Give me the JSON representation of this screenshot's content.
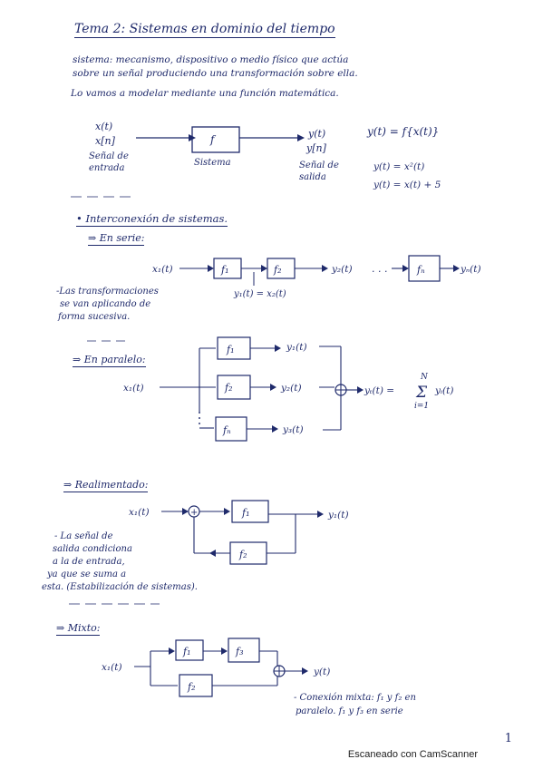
{
  "title": "Tema 2: Sistemas en dominio del tiempo",
  "intro": {
    "line1": "sistema: mecanismo, dispositivo o medio físico que actúa",
    "line2": "sobre un señal produciendo una transformación sobre ella.",
    "line3": "Lo vamos a modelar mediante una función matemática."
  },
  "basic": {
    "in1": "x(t)",
    "in2": "x[n]",
    "in_label1": "Señal de",
    "in_label2": "entrada",
    "block": "f",
    "block_label": "Sistema",
    "out1": "y(t)",
    "out2": "y[n]",
    "out_label1": "Señal de",
    "out_label2": "salida",
    "eq_main": "y(t) = f{x(t)}",
    "eq_ex1": "y(t) = x²(t)",
    "eq_ex2": "y(t) = x(t) + 5"
  },
  "interconnection": {
    "heading": "• Interconexión de sistemas.",
    "serie": {
      "heading": "⇒ En serie:",
      "input": "x₁(t)",
      "f1": "f₁",
      "f2": "f₂",
      "fn": "fₙ",
      "y2": "y₂(t)",
      "dots": ". . .",
      "output": "yₙ(t)",
      "y1": "y₁(t) = x₂(t)",
      "note1": "-Las transformaciones",
      "note2": "se van aplicando de",
      "note3": "forma sucesiva."
    },
    "paralelo": {
      "heading": "⇒ En paralelo:",
      "input": "x₁(t)",
      "f1": "f₁",
      "f2": "f₂",
      "fn": "fₙ",
      "y1": "y₁(t)",
      "y2": "y₂(t)",
      "y3": "y₃(t)",
      "output": "yₜ(t) =",
      "sum_top": "N",
      "sum_sign": "Σ",
      "sum_bottom": "i=1",
      "sum_term": "yᵢ(t)"
    },
    "realimentado": {
      "heading": "⇒ Realimentado:",
      "input": "x₁(t)",
      "plus": "+",
      "f1": "f₁",
      "f2": "f₂",
      "output": "y₁(t)",
      "note1": "- La señal de",
      "note2": "salida condiciona",
      "note3": "a la de entrada,",
      "note4": "ya que se suma a",
      "note5": "esta. (Estabilización de sistemas)."
    },
    "mixto": {
      "heading": "⇒ Mixto:",
      "input": "x₁(t)",
      "f1": "f₁",
      "f3": "f₃",
      "f2": "f₂",
      "output": "y(t)",
      "note1": "- Conexión mixta: f₁ y f₂ en",
      "note2": "paralelo. f₁ y f₃ en serie"
    }
  },
  "page_number": "1",
  "scanner_label": "Escaneado con CamScanner",
  "colors": {
    "ink": "#1f2a6b",
    "paper": "#ffffff"
  }
}
